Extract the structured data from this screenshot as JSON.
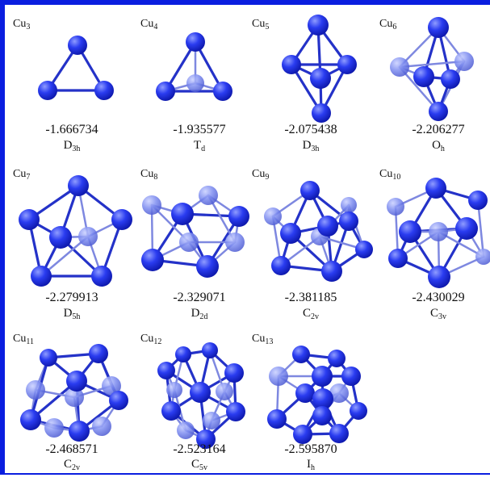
{
  "clusters": [
    {
      "base": "Cu",
      "n": "3",
      "energy": "-1.666734",
      "sym_main": "D",
      "sym_sub": "3h"
    },
    {
      "base": "Cu",
      "n": "4",
      "energy": "-1.935577",
      "sym_main": "T",
      "sym_sub": "d"
    },
    {
      "base": "Cu",
      "n": "5",
      "energy": "-2.075438",
      "sym_main": "D",
      "sym_sub": "3h"
    },
    {
      "base": "Cu",
      "n": "6",
      "energy": "-2.206277",
      "sym_main": "O",
      "sym_sub": "h"
    },
    {
      "base": "Cu",
      "n": "7",
      "energy": "-2.279913",
      "sym_main": "D",
      "sym_sub": "5h"
    },
    {
      "base": "Cu",
      "n": "8",
      "energy": "-2.329071",
      "sym_main": "D",
      "sym_sub": "2d"
    },
    {
      "base": "Cu",
      "n": "9",
      "energy": "-2.381185",
      "sym_main": "C",
      "sym_sub": "2v"
    },
    {
      "base": "Cu",
      "n": "10",
      "energy": "-2.430029",
      "sym_main": "C",
      "sym_sub": "3v"
    },
    {
      "base": "Cu",
      "n": "11",
      "energy": "-2.468571",
      "sym_main": "C",
      "sym_sub": "2v"
    },
    {
      "base": "Cu",
      "n": "12",
      "energy": "-2.523164",
      "sym_main": "C",
      "sym_sub": "5v"
    },
    {
      "base": "Cu",
      "n": "13",
      "energy": "-2.595870",
      "sym_main": "I",
      "sym_sub": "h"
    }
  ],
  "colors": {
    "frame": "#0a1ee0",
    "atom_front": "#1626e8",
    "atom_back": "#5f6fe8",
    "bond": "#2432c8",
    "bond_back": "#7e88e0"
  }
}
